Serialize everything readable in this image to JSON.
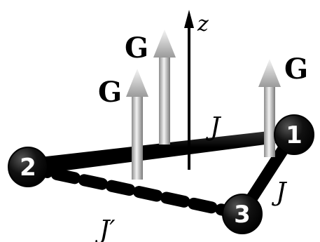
{
  "axis": {
    "label": "z"
  },
  "sites": [
    {
      "label": "1"
    },
    {
      "label": "2"
    },
    {
      "label": "3"
    }
  ],
  "couplings": {
    "bond_12": "J",
    "bond_13": "J",
    "bond_23": "J′"
  },
  "vectors": {
    "g_left": "G",
    "g_mid": "G",
    "g_right": "G"
  },
  "colors": {
    "site_fill": "#000000",
    "bond": "#000000",
    "arrow_light": "#f2f2f2",
    "arrow_dark": "#8c8c8c"
  }
}
